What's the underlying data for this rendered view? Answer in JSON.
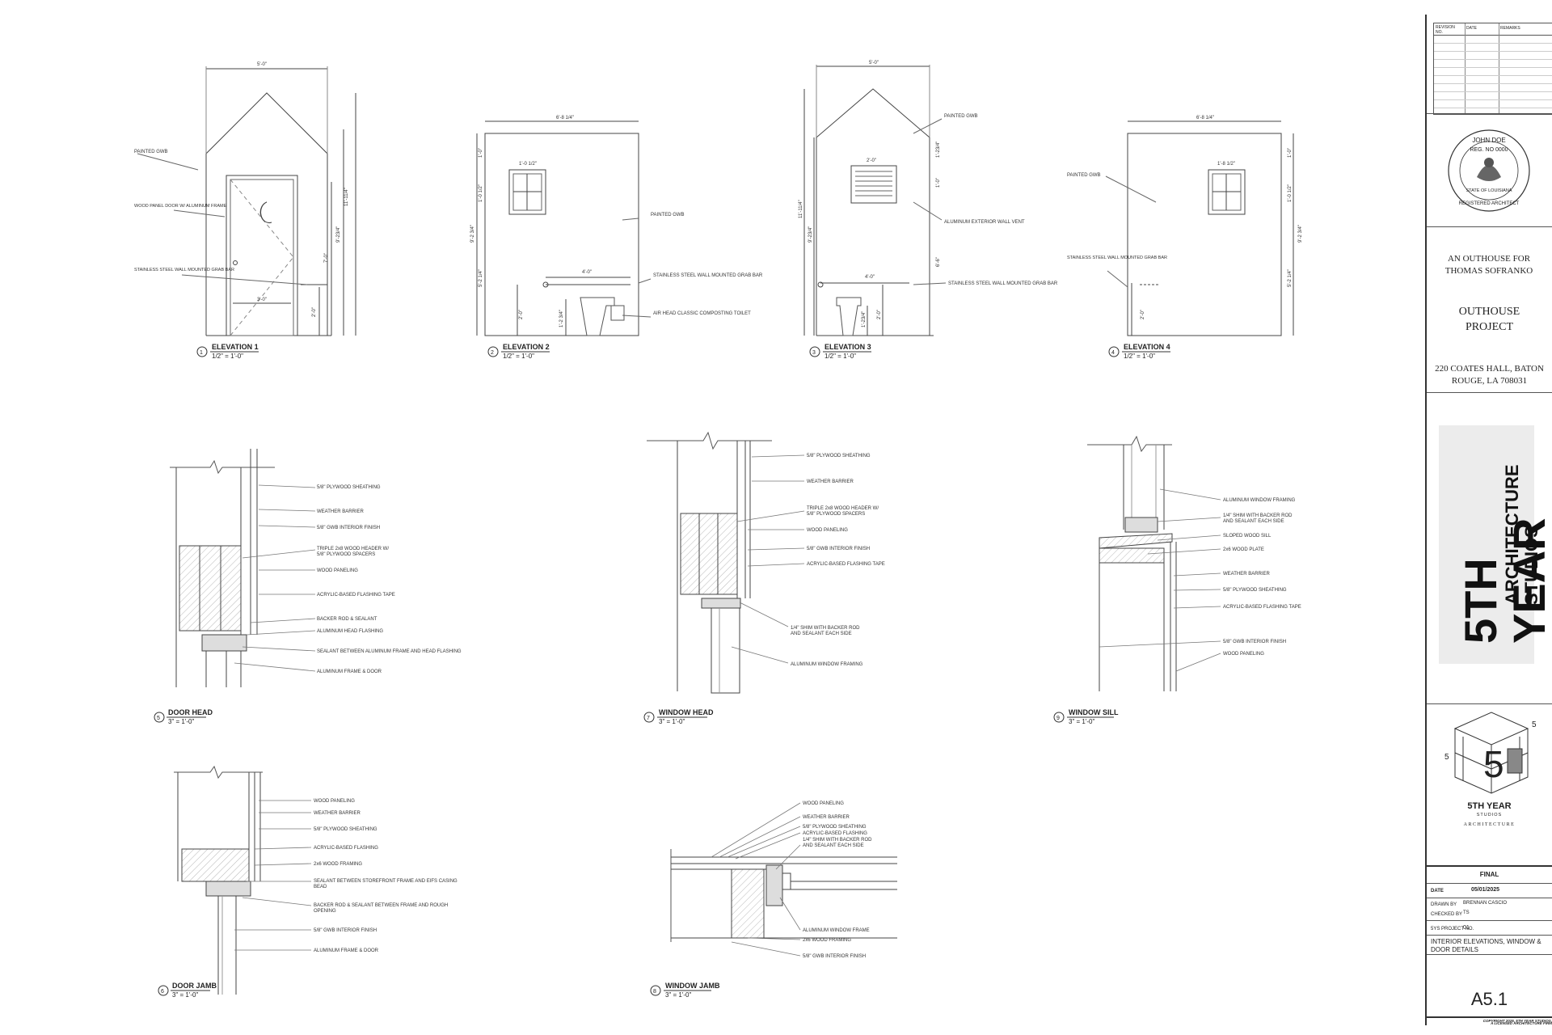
{
  "drawings": {
    "elev1": {
      "num": "1",
      "title": "ELEVATION 1",
      "scale": "1/2\" = 1'-0\"",
      "labels": [
        "PAINTED GWB",
        "WOOD PANEL DOOR W/ ALUMINUM FRAME",
        "STAINLESS STEEL WALL MOUNTED GRAB BAR"
      ],
      "dims": [
        "5'-0\"",
        "11'-11/4\"",
        "9'-23/4\"",
        "7'-0\"",
        "3'-0\"",
        "2'-0\""
      ]
    },
    "elev2": {
      "num": "2",
      "title": "ELEVATION 2",
      "scale": "1/2\" = 1'-0\"",
      "labels": [
        "PAINTED GWB",
        "STAINLESS STEEL WALL MOUNTED GRAB BAR",
        "AIR HEAD CLASSIC COMPOSTING TOILET"
      ],
      "dims": [
        "6'-8 1/4\"",
        "1'-0 1/2\"",
        "4'-0\"",
        "1'-0\"",
        "1'-0 1/2\"",
        "9'-2 3/4\"",
        "5'-2 1/4\"",
        "2'-0\"",
        "1'-2 3/4\""
      ]
    },
    "elev3": {
      "num": "3",
      "title": "ELEVATION 3",
      "scale": "1/2\" = 1'-0\"",
      "labels": [
        "PAINTED GWB",
        "ALUMINUM EXTERIOR WALL VENT",
        "STAINLESS STEEL WALL MOUNTED GRAB BAR"
      ],
      "dims": [
        "5'-0\"",
        "2'-0\"",
        "4'-0\"",
        "11'-11/4\"",
        "9'-23/4\"",
        "1'-23/4\"",
        "1'-0\"",
        "6'-6\"",
        "1'-23/4\"",
        "2'-0\""
      ]
    },
    "elev4": {
      "num": "4",
      "title": "ELEVATION 4",
      "scale": "1/2\" = 1'-0\"",
      "labels": [
        "PAINTED GWB",
        "STAINLESS STEEL WALL MOUNTED GRAB BAR"
      ],
      "dims": [
        "6'-8 1/4\"",
        "1'-8 1/2\"",
        "1'-0\"",
        "1'-0 1/2\"",
        "9'-2 3/4\"",
        "5'-2 1/4\"",
        "2'-0\""
      ]
    },
    "d5": {
      "num": "5",
      "title": "DOOR HEAD",
      "scale": "3\" = 1'-0\"",
      "labels": [
        "5/8\" PLYWOOD SHEATHING",
        "WEATHER BARRIER",
        "5/8\" GWB INTERIOR FINISH",
        "TRIPLE 2x8 WOOD HEADER W/",
        "5/8\" PLYWOOD SPACERS",
        "WOOD PANELING",
        "ACRYLIC-BASED FLASHING TAPE",
        "BACKER ROD & SEALANT",
        "ALUMINUM HEAD FLASHING",
        "SEALANT BETWEEN ALUMINUM FRAME AND HEAD FLASHING",
        "ALUMINUM FRAME & DOOR"
      ]
    },
    "d6": {
      "num": "6",
      "title": "DOOR JAMB",
      "scale": "3\" = 1'-0\"",
      "labels": [
        "WOOD PANELING",
        "WEATHER BARRIER",
        "5/8\" PLYWOOD SHEATHING",
        "ACRYLIC-BASED FLASHING",
        "2x6 WOOD FRAMING",
        "SEALANT BETWEEN STOREFRONT FRAME AND EIFS CASING",
        "BEAD",
        "BACKER ROD & SEALANT BETWEEN FRAME AND ROUGH",
        "OPENING",
        "5/8\" GWB INTERIOR FINISH",
        "ALUMINUM FRAME & DOOR"
      ]
    },
    "d7": {
      "num": "7",
      "title": "WINDOW HEAD",
      "scale": "3\" = 1'-0\"",
      "labels": [
        "5/8\" PLYWOOD SHEATHING",
        "WEATHER BARRIER",
        "TRIPLE 2x8 WOOD HEADER W/",
        "5/8\" PLYWOOD SPACERS",
        "WOOD PANELING",
        "5/8\" GWB INTERIOR FINISH",
        "ACRYLIC-BASED FLASHING TAPE",
        "1/4\" SHIM WITH BACKER ROD",
        "AND SEALANT EACH SIDE",
        "ALUMINUM WINDOW FRAMING"
      ]
    },
    "d8": {
      "num": "8",
      "title": "WINDOW JAMB",
      "scale": "3\" = 1'-0\"",
      "labels": [
        "WOOD PANELING",
        "WEATHER BARRIER",
        "5/8\" PLYWOOD SHEATHING",
        "ACRYLIC-BASED FLASHING",
        "1/4\" SHIM WITH BACKER ROD",
        "AND SEALANT EACH SIDE",
        "ALUMINUM WINDOW FRAME",
        "2x6 WOOD FRAMING",
        "5/8\" GWB INTERIOR FINISH"
      ]
    },
    "d9": {
      "num": "9",
      "title": "WINDOW SILL",
      "scale": "3\" = 1'-0\"",
      "labels": [
        "ALUMINUM WINDOW FRAMING",
        "1/4\" SHIM WITH BACKER ROD",
        "AND SEALANT EACH SIDE",
        "SLOPED WOOD SILL",
        "2x6 WOOD PLATE",
        "WEATHER BARRIER",
        "5/8\" PLYWOOD SHEATHING",
        "ACRYLIC-BASED FLASHING TAPE",
        "5/8\" GWB INTERIOR FINISH",
        "WOOD PANELING"
      ]
    }
  },
  "titleblock": {
    "revision_headers": [
      "REVISION NO.",
      "DATE",
      "REMARKS"
    ],
    "seal": {
      "top": "JOHN DOE",
      "reg": "REG. NO 0000",
      "bottom": "STATE OF LOUISIANA",
      "ring": "REGISTERED ARCHITECT"
    },
    "project_for": "AN OUTHOUSE FOR THOMAS SOFRANKO",
    "project_name": "OUTHOUSE PROJECT",
    "address": "220 COATES HALL, BATON ROUGE, LA 708031",
    "brand_big": "5TH YEAR",
    "brand_sub1": "ARCHITECTURE",
    "brand_sub2": "STUDIOS",
    "logo_num": "5",
    "logo_side1": "5",
    "logo_side2": "5",
    "logo_name": "5TH YEAR",
    "logo_studios": "STUDIOS",
    "logo_arch": "ARCHITECTURE",
    "status": "FINAL",
    "date_label": "DATE",
    "date_value": "05/01/2025",
    "drawn_label": "DRAWN BY",
    "drawn_value": "BRENNAN CASCIO",
    "checked_label": "CHECKED BY",
    "checked_value": "TS",
    "projno_label": "5YS PROJECT NO.",
    "projno_value": "01",
    "sheet_desc": "INTERIOR ELEVATIONS, WINDOW & DOOR DETAILS",
    "sheet_no": "A5.1",
    "copyright1": "COPYRIGHT 2025, 5TH YEAR STUDIOS,",
    "copyright2": "A LICENSED ARCHITECTURE FIRM"
  }
}
